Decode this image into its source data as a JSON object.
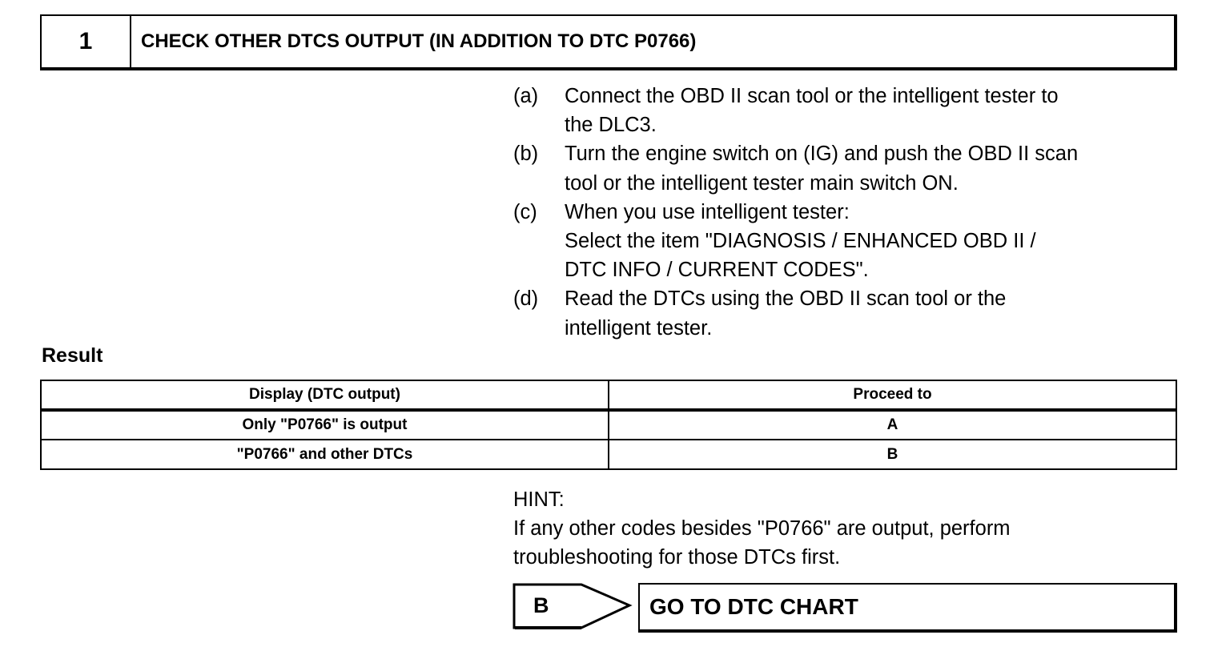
{
  "step": {
    "number": "1",
    "title": "CHECK OTHER DTCS OUTPUT (IN ADDITION TO DTC P0766)"
  },
  "procedure": [
    {
      "label": "(a)",
      "lines": [
        "Connect the OBD II scan tool or the intelligent tester to",
        "the DLC3."
      ]
    },
    {
      "label": "(b)",
      "lines": [
        "Turn the engine switch on (IG) and push the OBD II scan",
        "tool or the intelligent tester main switch ON."
      ]
    },
    {
      "label": "(c)",
      "lines": [
        "When you use intelligent tester:",
        "Select the item \"DIAGNOSIS / ENHANCED OBD II /",
        "DTC INFO / CURRENT CODES\"."
      ]
    },
    {
      "label": "(d)",
      "lines": [
        "Read the DTCs using the OBD II scan tool or the",
        "intelligent tester."
      ]
    }
  ],
  "result": {
    "heading": "Result",
    "columns": [
      "Display (DTC output)",
      "Proceed to"
    ],
    "rows": [
      [
        "Only \"P0766\" is output",
        "A"
      ],
      [
        "\"P0766\" and other DTCs",
        "B"
      ]
    ]
  },
  "hint": {
    "label": "HINT:",
    "lines": [
      "If any other codes besides \"P0766\" are output, perform",
      "troubleshooting for those DTCs first."
    ]
  },
  "goto": {
    "letter": "B",
    "target": "GO TO DTC CHART"
  }
}
